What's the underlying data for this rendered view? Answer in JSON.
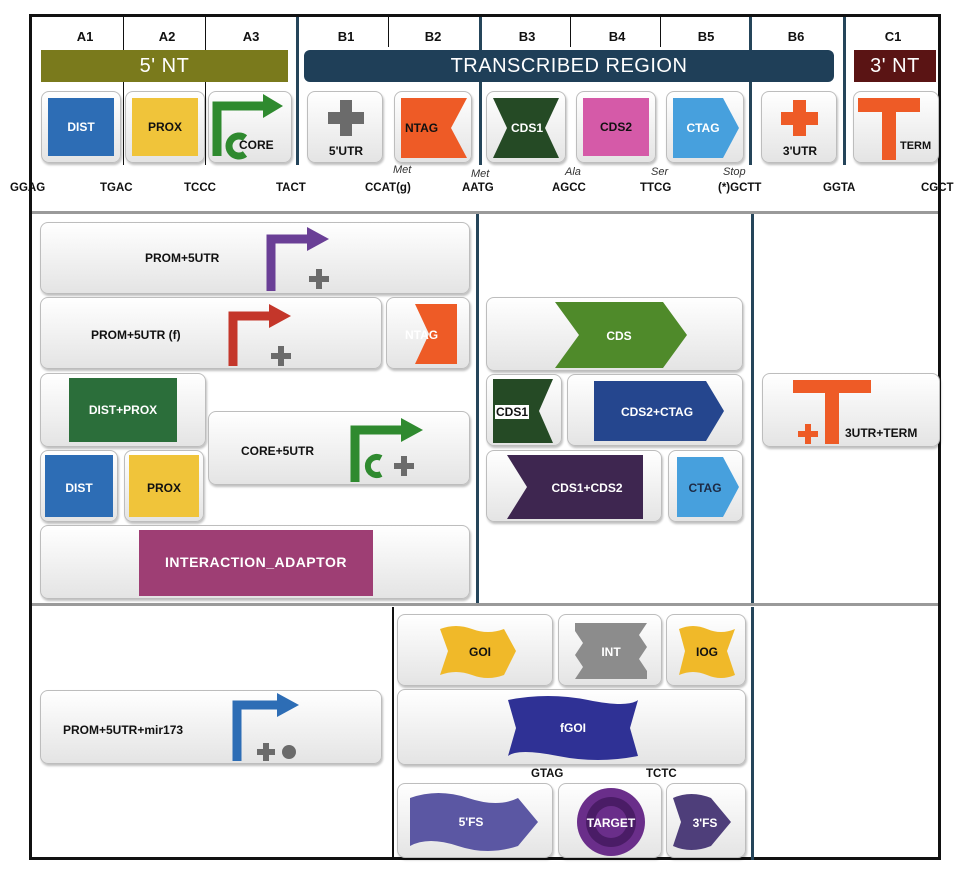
{
  "colors": {
    "nt5": "#7a7a1c",
    "transcribed": "#1f3f58",
    "nt3": "#5a1414",
    "dist": "#2d6db5",
    "prox": "#f0c43a",
    "core": "#2f8a2f",
    "gray": "#6b6b6b",
    "ntag": "#ee5b26",
    "cds1": "#254a25",
    "cds2": "#d55aa8",
    "ctag": "#47a0dd",
    "red": "#ee5b26",
    "purple": "#6a3f96",
    "darkred": "#c4362a",
    "darkgreen": "#2b6e3a",
    "green": "#4f8a2a",
    "navy": "#25468e",
    "darkpurple": "#3e2650",
    "interaction": "#9e3e74",
    "goi": "#f0b929",
    "int": "#8c8c8c",
    "fgoi": "#2f3195",
    "fs": "#5b57a3",
    "target": "#6a2e8a",
    "fs3": "#4e3e7a"
  },
  "header": {
    "slots": [
      "A1",
      "A2",
      "A3",
      "B1",
      "B2",
      "B3",
      "B4",
      "B5",
      "B6",
      "C1"
    ],
    "band_5nt": "5' NT",
    "band_transcribed": "TRANSCRIBED REGION",
    "band_3nt": "3' NT"
  },
  "parts": {
    "dist": "DIST",
    "prox": "PROX",
    "core": "CORE",
    "utr5": "5'UTR",
    "ntag": "NTAG",
    "cds1": "CDS1",
    "cds2": "CDS2",
    "ctag": "CTAG",
    "utr3": "3'UTR",
    "term": "TERM"
  },
  "overhangs": [
    "GGAG",
    "TGAC",
    "TCCC",
    "TACT",
    "CCAT(g)",
    "AATG",
    "AGCC",
    "TTCG",
    "(*)GCTT",
    "GGTA",
    "CGCT"
  ],
  "aminoacids": [
    "Met",
    "Met",
    "Ala",
    "Ser",
    "Stop"
  ],
  "composite": {
    "prom5utr": "PROM+5UTR",
    "prom5utr_f": "PROM+5UTR (f)",
    "ntag": "NTAG",
    "distprox": "DIST+PROX",
    "core5utr": "CORE+5UTR",
    "dist": "DIST",
    "prox": "PROX",
    "interaction": "INTERACTION_ADAPTOR",
    "cds": "CDS",
    "cds1": "CDS1",
    "cds2ctag": "CDS2+CTAG",
    "cds1cds2": "CDS1+CDS2",
    "ctag": "CTAG",
    "utr3term": "3UTR+TERM"
  },
  "bottom": {
    "prom_mir": "PROM+5UTR+mir173",
    "goi": "GOI",
    "int": "INT",
    "iog": "IOG",
    "fgoi": "fGOI",
    "gtag": "GTAG",
    "tctc": "TCTC",
    "fs5": "5'FS",
    "target": "TARGET",
    "fs3": "3'FS"
  }
}
